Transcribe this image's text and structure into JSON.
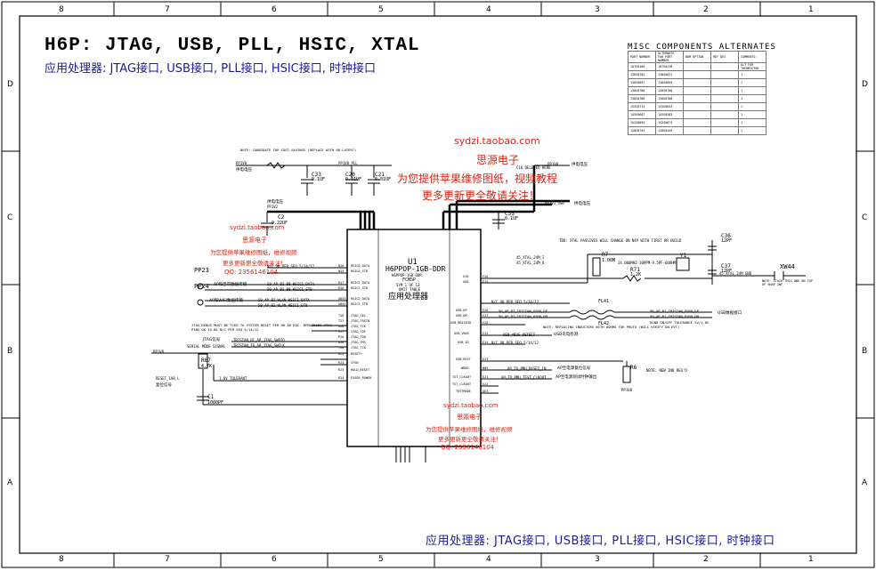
{
  "border": {
    "cols": [
      "8",
      "7",
      "6",
      "5",
      "4",
      "3",
      "2",
      "1"
    ],
    "rows": [
      "D",
      "C",
      "B",
      "A"
    ]
  },
  "title": {
    "en": "H6P: JTAG, USB, PLL, HSIC, XTAL",
    "cn": "应用处理器: JTAG接口, USB接口, PLL接口, HSIC接口, 时钟接口"
  },
  "footer_cn": "应用处理器: JTAG接口, USB接口, PLL接口, HSIC接口, 时钟接口",
  "misc_table": {
    "title": "MISC COMPONENTS ALTERNATES",
    "headers": [
      "PART NUMBER",
      "ALTERNATE FOR PART NUMBER",
      "BOM OPTION",
      "REF DES",
      "COMMENTS:"
    ],
    "rows": [
      [
        "107S0188",
        "107S0238",
        "",
        "",
        "ALT FOR THERMISTOR"
      ],
      [
        "138S0702",
        "138S0637",
        "",
        "",
        "1"
      ],
      [
        "138S0697",
        "138S0695",
        "",
        "",
        "1"
      ],
      [
        "138S0788",
        "138S0700",
        "",
        "",
        "1"
      ],
      [
        "138S0788",
        "138S0706",
        "",
        "",
        "1"
      ],
      [
        "155S0773",
        "155S0653",
        "",
        "",
        "1"
      ],
      [
        "155S0667",
        "155S0583",
        "",
        "",
        "1"
      ],
      [
        "152S0895",
        "152S0874",
        "",
        "",
        "1"
      ],
      [
        "128S0703",
        "128S0449",
        "",
        "",
        "1"
      ]
    ]
  },
  "watermark": {
    "site": "sydzi.taobao.com",
    "shop": "思源电子",
    "line1": "为您提供苹果维修图纸，视频教程",
    "line2": "更多更新更全敬请关注！",
    "small_site": "sydzi.taobao.com",
    "small_shop": "思源电子",
    "small_line1": "为您提供苹果维修图纸，维修视频",
    "small_line2": "更多更新更全敬请关注！",
    "qq": "QQ: 2356146104"
  },
  "chip": {
    "ref": "U1",
    "part": "H6PPOP-1GB-DDR",
    "sub1": "H6PPOP-1GB-DDR",
    "sub2": "FCMSP",
    "sub3": "SYM 1 OF 13",
    "sub4": "OMIT TABLE",
    "sub5": "应用处理器",
    "left_pins": [
      [
        "N26",
        "HSIC0_DATA"
      ],
      [
        "N25",
        "HSIC0_STB"
      ],
      [
        "R27",
        "HSIC1_DATA"
      ],
      [
        "R26",
        "HSIC1_STB"
      ],
      [
        "AB53",
        "HSIC2_DATA"
      ],
      [
        "AB54",
        "HSIC2_STB"
      ],
      [
        "T26",
        "JTAG_SEL"
      ],
      [
        "T27",
        "JTAG_TRSTN"
      ],
      [
        "U26",
        "JTAG_TCK"
      ],
      [
        "P27",
        "JTAG_TDI"
      ],
      [
        "P26",
        "JTAG_TDO"
      ],
      [
        "R28",
        "JTAG_TMS"
      ],
      [
        "T28",
        "JTAG_TCK"
      ],
      [
        "R25",
        "RESET*"
      ],
      [
        "R24",
        "CFSB"
      ],
      [
        "R25",
        "HOLD_RESET"
      ],
      [
        "R24",
        "FUSE0_POWER"
      ]
    ],
    "right_pins": [
      [
        "F26",
        "XI0"
      ],
      [
        "F25",
        "XO0"
      ],
      [
        "E26",
        "USB_DP"
      ],
      [
        "E27",
        "USB_DM"
      ],
      [
        "E28",
        "USB_BRICKID"
      ],
      [
        "E25",
        "USB_VBUS"
      ],
      [
        "E24",
        "USB_ID"
      ],
      [
        "E23",
        "USB_REXT"
      ],
      [
        "W05",
        "WDOG"
      ],
      [
        "E21",
        "TST_CLKOUT"
      ],
      [
        "E22",
        "TST_CLKOUT"
      ],
      [
        "AE3",
        "TESTMODE"
      ]
    ]
  },
  "labels": {
    "note_top": "NOTE: CANDIDATE FOR COST-SAVINGS (REPLACE WITH 0R LATER?)",
    "pp1v8": "PP1V8",
    "pp1v8_pll": "PP1V8_PLL",
    "pp1v8_cn": "供电电压",
    "c33": "C33",
    "c33_v": "0.1UF",
    "c20": "C20",
    "c20_v": "0.01UF",
    "c21": "C21",
    "c21_v": "0.01UF",
    "c2": "C2",
    "c2_v": "0.22UF",
    "c35": "C35",
    "c35_v": "0.1UF",
    "c36": "C36",
    "c36_v": "12PF",
    "c37": "C37",
    "c37_v": "12PF",
    "c1": "C1",
    "c1_v": "1000PF",
    "pp1v2": "PP1V2",
    "pp1v2_cn": "供电电压",
    "pp1v8_r": "PP1V8",
    "pp1v8_r_cn": "供电电压",
    "pp33": "PP3V3_USB",
    "pp33_cn": "供电电压",
    "c16_deleted": "C16 DELETED HERE",
    "pp23": "PP23",
    "pp24": "PP24",
    "hsic_bb_data": "50_AP_BI_BB_HSIC1_DATA",
    "hsic_bb_stb": "50_AP_BI_BB_HSIC1_STB",
    "hsic_wlan_data": "50_AP_BI_WLAN_HSIC1_DATA",
    "hsic_wlan_stb": "50_AP_BI_WLAN_HSIC1_STB",
    "hsic_cn1": "AP和基带数据传输",
    "hsic_cn2": "AP和WIFI数据传输",
    "nc_note1": "N/C OK PER SEQ 5/14/12",
    "jtag_note": "JTAG_DEBUG MUST BE TIED TO SYSTEM_RESET PER H6 AO ROC. REMAINING JTAG PINS OK TO BE N/C PER SEQ 5/14/12",
    "jtag_serial": "SERIAL MODE SIGNAL",
    "jtag_cn": "JTAG信号",
    "tristan_swdio": "TRISTAN_BI_AP_JTAG_SWDIO",
    "tristan_swclk": "TRISTAN_TO_AP_JTAG_SWCLK",
    "pp1v8_left": "PP1V8",
    "r67": "R67",
    "r67_v": "4.7K",
    "reset_l": "RESET_1V8_L",
    "reset_cn": "复位信号",
    "tolerant": "1.8V TOLERANT",
    "xtal_note": "TBD: XTAL PASSIVES WILL CHANGE ON N4P WITH FIRST RR BUILD",
    "xtal_in": "45_XTAL_24M_I",
    "xtal_out": "45_XTAL_24M_O",
    "r7": "R7",
    "r7_v": "1.00M",
    "r71": "R71",
    "r71_v": "1.2K",
    "y1": "Y1",
    "y1_v": "24.000MHZ-30PPM-9.5PF-60OHM",
    "xtal_gnd": "45_XTAL_24M_GND",
    "xw44": "XW44",
    "xw_note": "NOTE: STACK THIS ONE ON TOP OF SHAP 2WF",
    "nc_note2": "N/C OK PER SEQ 5/14/12",
    "l1": "FL41",
    "l2": "FL42",
    "usb_dp": "90_AP_BI_TRISTAN_USB0_DP",
    "usb_dm": "90_AP_BI_TRISTAN_USB0_DM",
    "usb_cn": "USB数据接口",
    "dgnd_note": "DGND ON/OFF TOLERANCE 5V/1.8V",
    "usb_replace": "NOTE: REPLACING INDUCTORS WITH 0OHMS FOR PROTO (WILL VERIFY ON EVT)",
    "vbus_detect": "USB_VBUS_DETECT",
    "vbus_cn": "USB充电检测",
    "nc_note3": "N/C OK PER SEQ 5/14/12",
    "wdog": "AP_TO_PMU_RESET_IN",
    "wdog_cn": "AP至电源复位信号",
    "test_clkout": "AP_TO_PMU_TEST_CLKOUT",
    "test_cn": "AP至电源测试时钟输出",
    "r6": "R6",
    "r6_note": "NOTE: NEW IN8 REQ'D",
    "pp1v8_b": "PP1V8"
  }
}
